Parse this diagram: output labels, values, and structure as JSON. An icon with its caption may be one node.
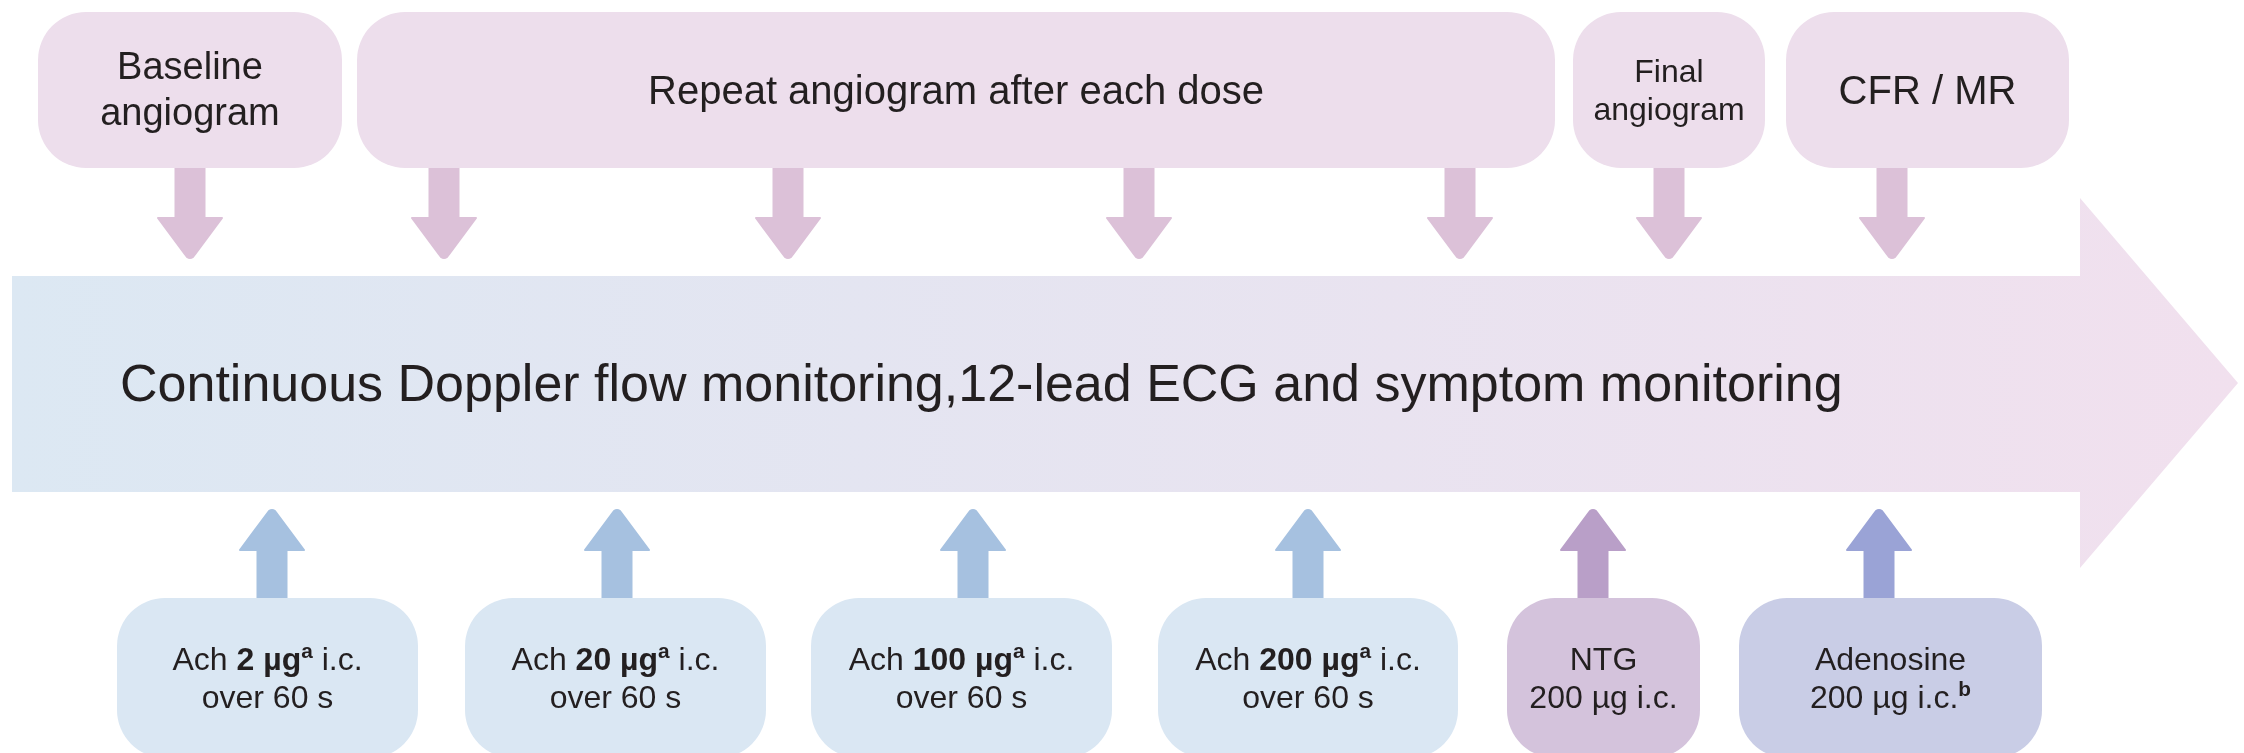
{
  "diagram": {
    "nodes": [
      {
        "text": [
          "Baseline angiogram"
        ]
      },
      {
        "text": [
          "Repeat angiogram after each dose"
        ]
      },
      {
        "text": [
          "Final angiogram"
        ]
      },
      {
        "text": [
          "CFR / MR"
        ]
      },
      {
        "text": [
          "Continuous Doppler flow monitoring,12-lead ECG and symptom monitoring"
        ]
      },
      {
        "text": [
          "Ach **2 µg**$^{a}$ i.c. over 60 s"
        ]
      },
      {
        "text": [
          "Ach **20 µg**$^{a}$ i.c. over 60 s"
        ]
      },
      {
        "text": [
          "Ach **100 µg**$^{a}$ i.c. over 60 s"
        ]
      },
      {
        "text": [
          "Ach **200 µg**$^{a}$ i.c. over 60 s"
        ]
      },
      {
        "text": [
          "NTG 200 µg i.c."
        ]
      },
      {
        "text": [
          "Adenosine 200 µg i.c.$^{b}$"
        ]
      }
    ],
    "edges": [
      {
        "from": 0,
        "to": 4,
        "arrow": "to"
      },
      {
        "from": 1,
        "to": 4,
        "arrow": "to"
      },
      {
        "from": 1,
        "to": 4,
        "arrow": "to"
      },
      {
        "from": 1,
        "to": 4,
        "arrow": "to"
      },
      {
        "from": 1,
        "to": 4,
        "arrow": "to"
      },
      {
        "from": 2,
        "to": 4,
        "arrow": "to"
      },
      {
        "from": 3,
        "to": 4,
        "arrow": "to"
      },
      {
        "from": 5,
        "to": 4,
        "arrow": "to",
        "color": "#a6c1e0"
      },
      {
        "from": 6,
        "to": 4,
        "arrow": "to",
        "color": "#a6c1e0"
      },
      {
        "from": 7,
        "to": 4,
        "arrow": "to",
        "color": "#a6c1e0"
      },
      {
        "from": 8,
        "to": 4,
        "arrow": "to",
        "color": "#a6c1e0"
      },
      {
        "from": 9,
        "to": 4,
        "arrow": "to",
        "color": "#b99fc8"
      },
      {
        "from": 10,
        "to": 4,
        "arrow": "to",
        "color": "#9aa3d6"
      }
    ]
  }
}
